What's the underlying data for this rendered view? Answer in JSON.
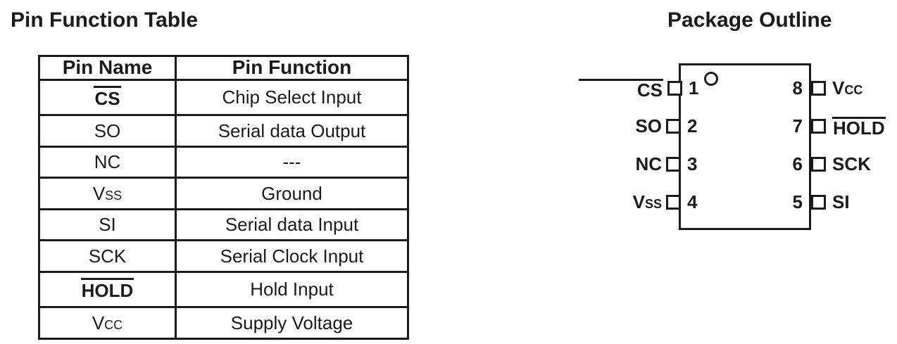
{
  "page": {
    "ink_color": "#1b1b1b",
    "background_color": "#ffffff"
  },
  "left_section": {
    "title": "Pin Function Table"
  },
  "table": {
    "headers": [
      "Pin Name",
      "Pin Function"
    ],
    "rows": [
      {
        "name": "CS",
        "overline": true,
        "function": "Chip Select Input"
      },
      {
        "name": "SO",
        "overline": false,
        "function": "Serial data Output"
      },
      {
        "name": "NC",
        "overline": false,
        "function": "---"
      },
      {
        "name": "Vss",
        "overline": false,
        "function": "Ground"
      },
      {
        "name": "SI",
        "overline": false,
        "function": "Serial data Input"
      },
      {
        "name": "SCK",
        "overline": false,
        "function": "Serial Clock Input"
      },
      {
        "name": "HOLD",
        "overline": true,
        "function": "Hold Input"
      },
      {
        "name": "Vcc",
        "overline": false,
        "function": "Supply Voltage"
      }
    ]
  },
  "right_section": {
    "title": "Package Outline"
  },
  "package": {
    "pin1_indicator": "circle",
    "left_pins": [
      {
        "number": "1",
        "label": "CS",
        "overline": true
      },
      {
        "number": "2",
        "label": "SO",
        "overline": false
      },
      {
        "number": "3",
        "label": "NC",
        "overline": false
      },
      {
        "number": "4",
        "label": "Vss",
        "overline": false
      }
    ],
    "right_pins": [
      {
        "number": "8",
        "label": "Vcc",
        "overline": false
      },
      {
        "number": "7",
        "label": "HOLD",
        "overline": true
      },
      {
        "number": "6",
        "label": "SCK",
        "overline": false
      },
      {
        "number": "5",
        "label": "SI",
        "overline": false
      }
    ]
  }
}
